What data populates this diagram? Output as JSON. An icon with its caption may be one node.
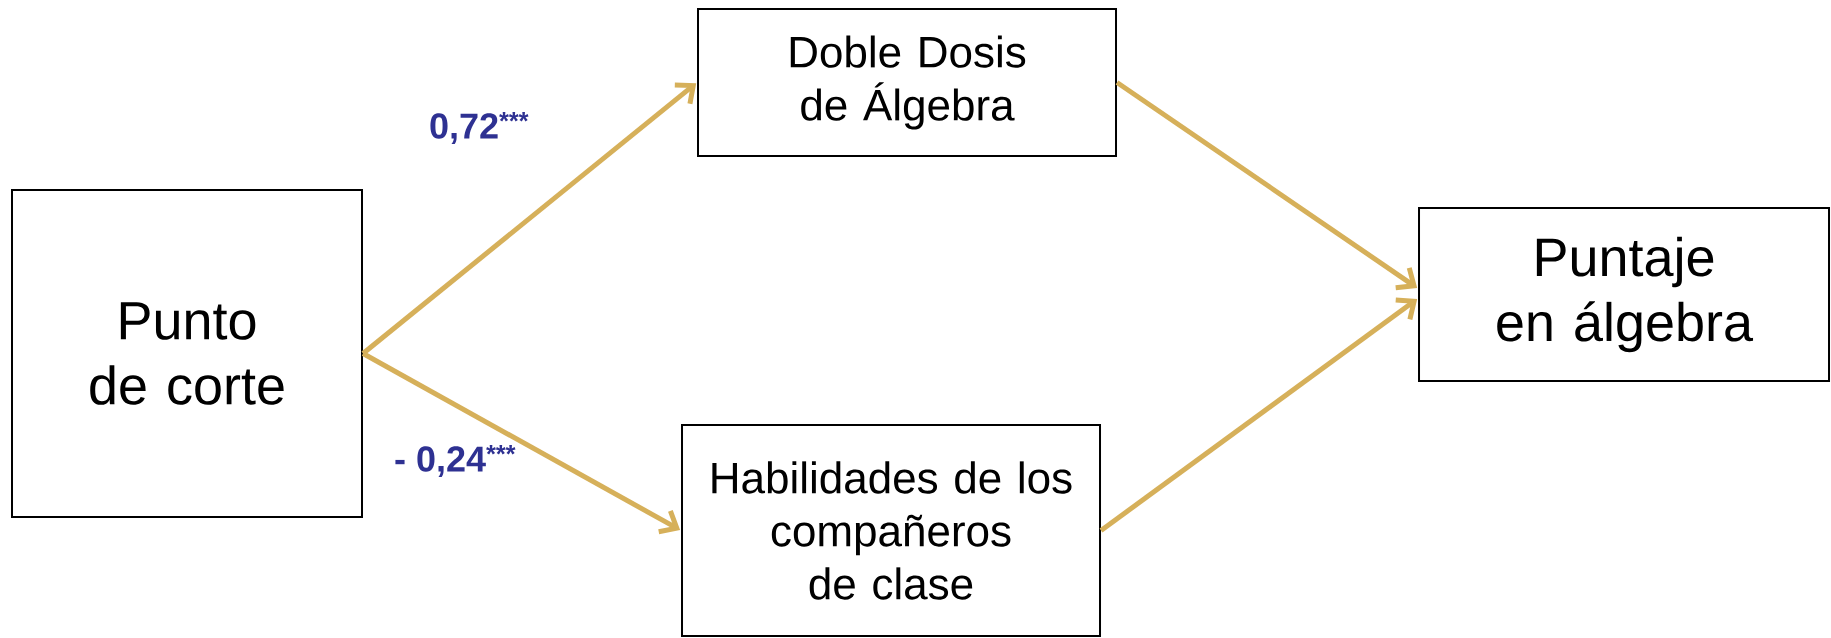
{
  "diagram": {
    "nodes": [
      {
        "text": [
          "Punto de corte"
        ]
      },
      {
        "text": [
          "Doble Dosis de Álgebra"
        ]
      },
      {
        "text": [
          "Habilidades de los compañeros de clase"
        ]
      },
      {
        "text": [
          "Puntaje en álgebra"
        ]
      }
    ],
    "edges": [
      {
        "from": 0,
        "to": 1,
        "arrow": "to",
        "label": "0,72$^{***}$"
      },
      {
        "from": 0,
        "to": 2,
        "arrow": "to",
        "label": "- 0,24$^{***}$"
      },
      {
        "from": 1,
        "to": 3,
        "arrow": "to"
      },
      {
        "from": 2,
        "to": 3,
        "arrow": "to"
      }
    ]
  }
}
